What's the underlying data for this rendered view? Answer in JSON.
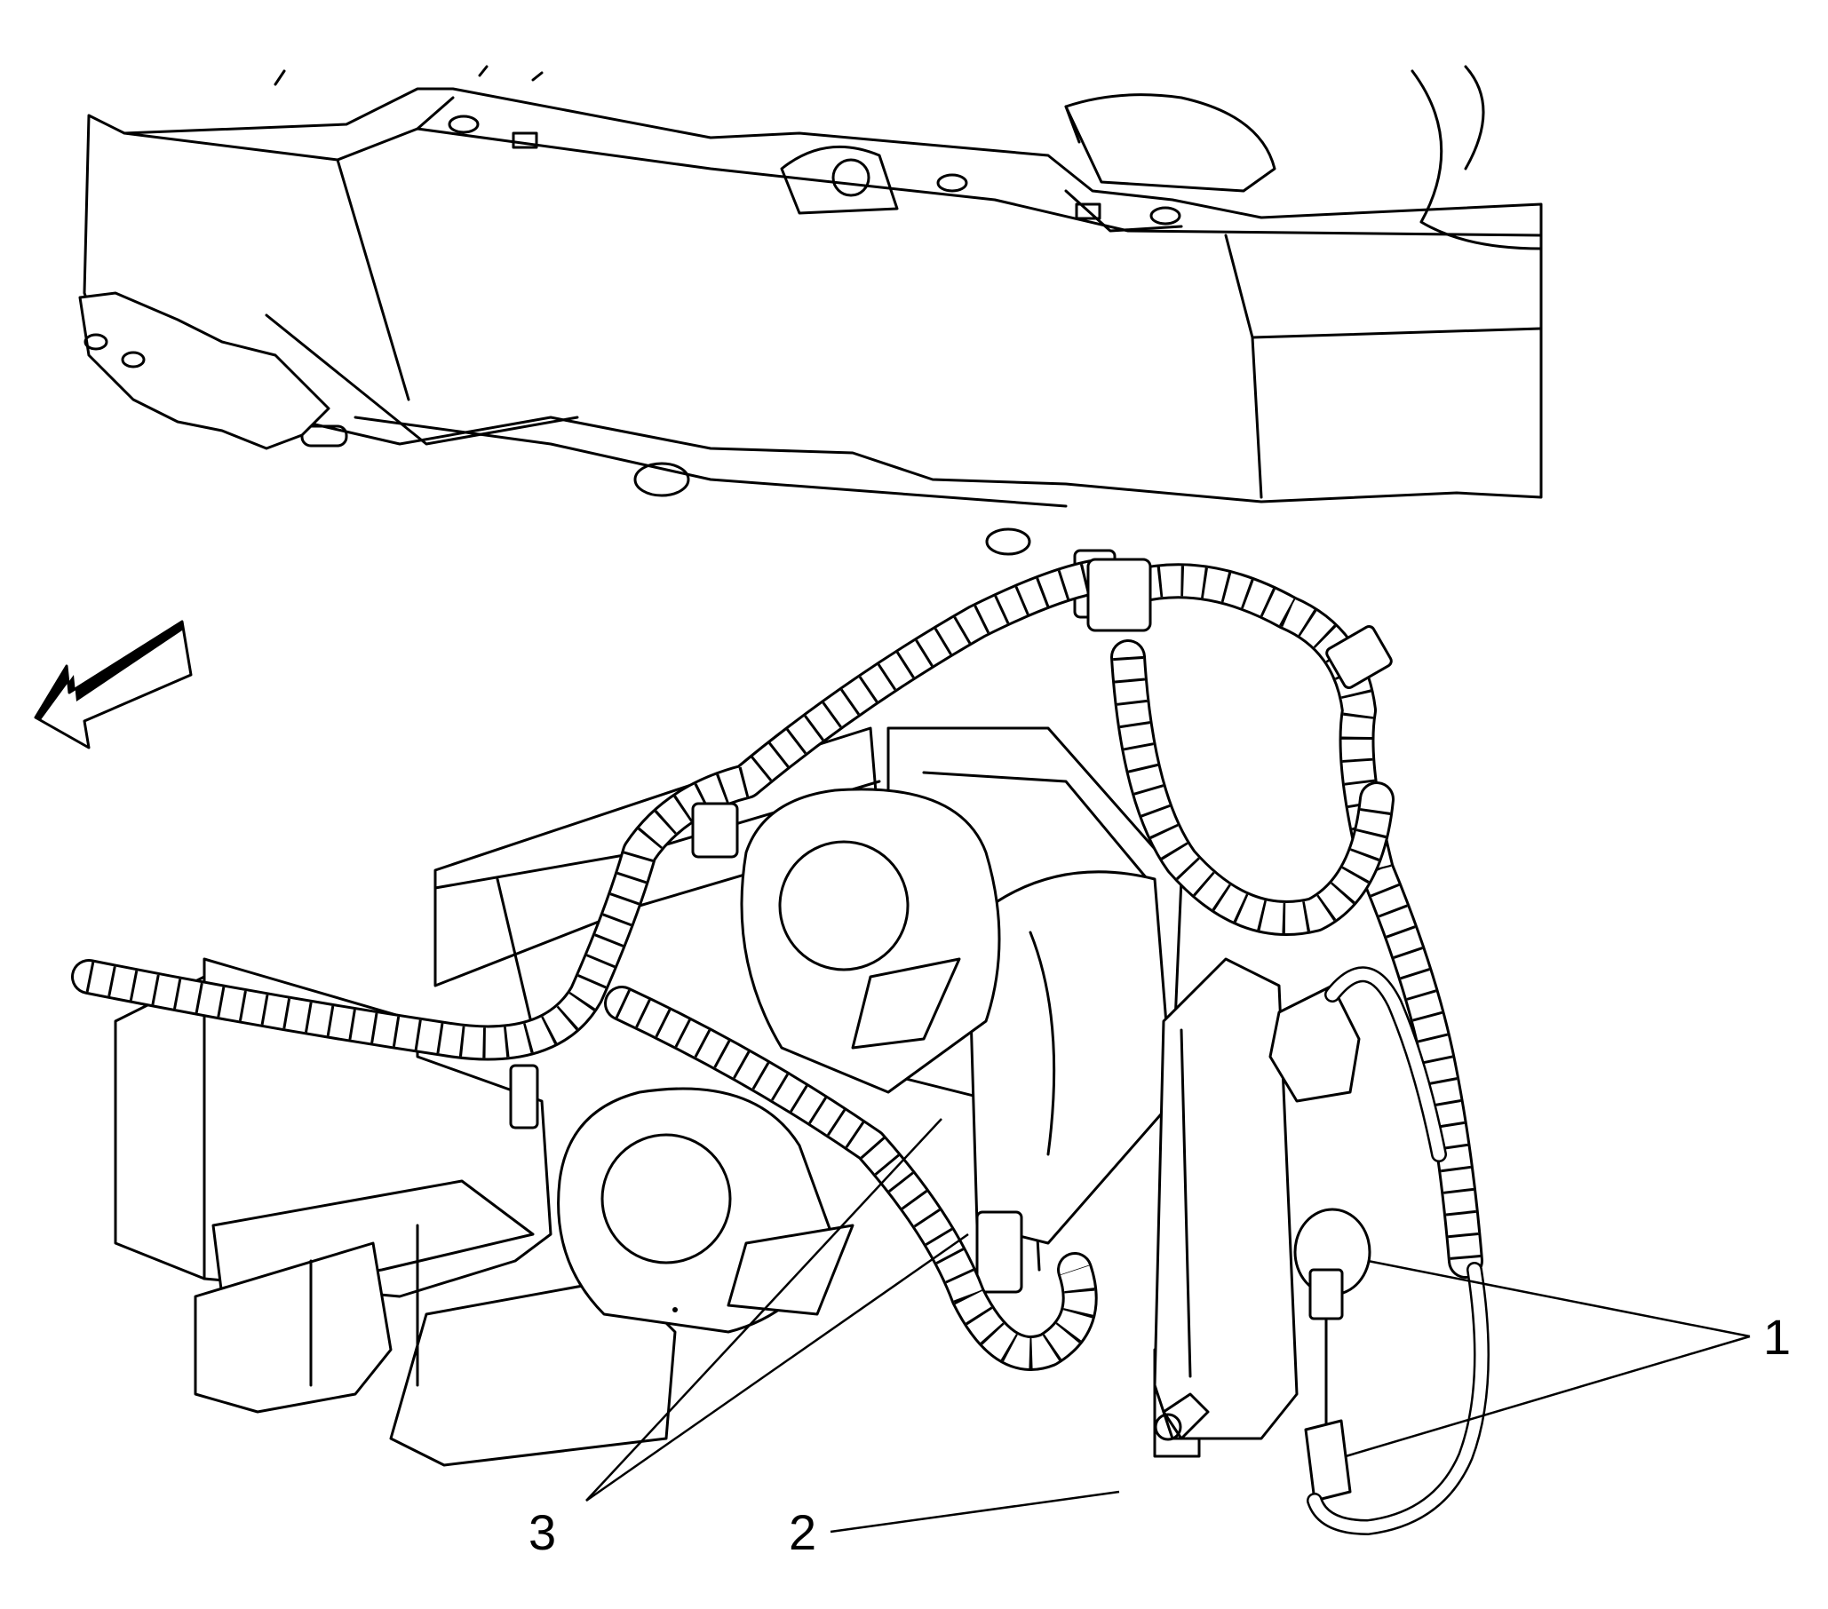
{
  "callouts": [
    {
      "label": "1"
    },
    {
      "label": "2"
    },
    {
      "label": "3"
    }
  ],
  "icons": [
    "direction-arrow-icon"
  ]
}
